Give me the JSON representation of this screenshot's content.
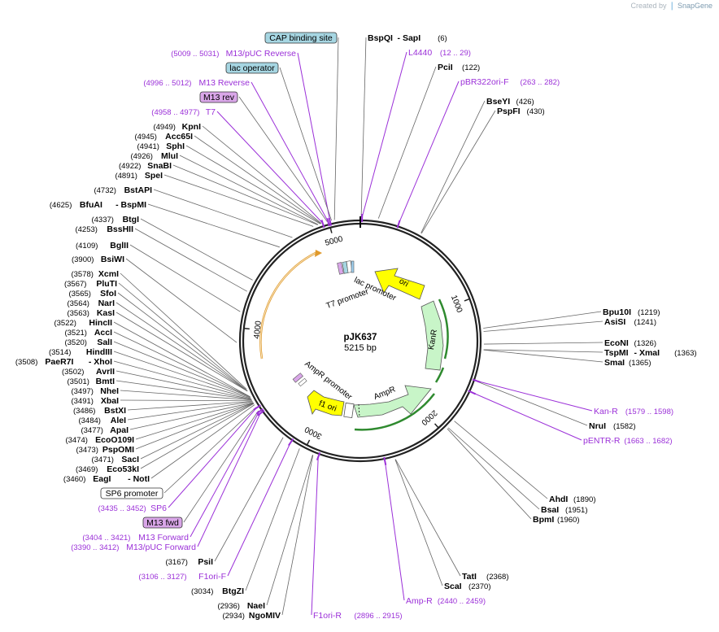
{
  "credit": {
    "prefix": "Created by",
    "brand": "SnapGene"
  },
  "plasmid": {
    "name": "pJK637",
    "length_label": "5215 bp",
    "length": 5215
  },
  "ticks": [
    {
      "label": "1000",
      "bp": 1000
    },
    {
      "label": "2000",
      "bp": 2000
    },
    {
      "label": "3000",
      "bp": 3000
    },
    {
      "label": "4000",
      "bp": 4000
    },
    {
      "label": "5000",
      "bp": 5000
    }
  ],
  "features": {
    "ori": "ori",
    "kanr": "KanR",
    "ampr": "AmpR",
    "f1ori": "f1 ori",
    "lac_promoter": "lac promoter",
    "t7_promoter": "T7 promoter",
    "ampr_promoter": "AmpR promoter"
  },
  "right_labels": [
    {
      "kind": "enzyme",
      "name": "BspQI",
      "sep": " - ",
      "name2": "SapI",
      "pos": "(6)"
    },
    {
      "kind": "primer",
      "name": "L4440",
      "pos": "(12 .. 29)"
    },
    {
      "kind": "enzyme",
      "name": "PciI",
      "pos": "(122)"
    },
    {
      "kind": "primer",
      "name": "pBR322ori-F",
      "pos": "(263 .. 282)"
    },
    {
      "kind": "enzyme",
      "name": "BseYI",
      "pos": "(426)"
    },
    {
      "kind": "enzyme",
      "name": "PspFI",
      "pos": "(430)"
    },
    {
      "kind": "enzyme",
      "name": "Bpu10I",
      "pos": "(1219)"
    },
    {
      "kind": "enzyme",
      "name": "AsiSI",
      "pos": "(1241)"
    },
    {
      "kind": "enzyme",
      "name": "EcoNI",
      "pos": "(1326)"
    },
    {
      "kind": "enzyme",
      "name": "TspMI",
      "sep": " - ",
      "name2": "XmaI",
      "pos": "(1363)"
    },
    {
      "kind": "enzyme",
      "name": "SmaI",
      "pos": "(1365)"
    },
    {
      "kind": "primer",
      "name": "Kan-R",
      "pos": "(1579 .. 1598)"
    },
    {
      "kind": "enzyme",
      "name": "NruI",
      "pos": "(1582)"
    },
    {
      "kind": "primer",
      "name": "pENTR-R",
      "pos": "(1663 .. 1682)"
    },
    {
      "kind": "enzyme",
      "name": "AhdI",
      "pos": "(1890)"
    },
    {
      "kind": "enzyme",
      "name": "BsaI",
      "pos": "(1951)"
    },
    {
      "kind": "enzyme",
      "name": "BpmI",
      "pos": "(1960)"
    },
    {
      "kind": "enzyme",
      "name": "TatI",
      "pos": "(2368)"
    },
    {
      "kind": "enzyme",
      "name": "ScaI",
      "pos": "(2370)"
    },
    {
      "kind": "primer",
      "name": "Amp-R",
      "pos": "(2440 .. 2459)"
    },
    {
      "kind": "primer",
      "name": "F1ori-R",
      "pos": "(2896 .. 2915)"
    }
  ],
  "left_labels": [
    {
      "kind": "box",
      "name": "CAP binding site",
      "color": "#a6d6e2"
    },
    {
      "kind": "primer",
      "name": "M13/pUC Reverse",
      "pos": "(5009 .. 5031)"
    },
    {
      "kind": "box",
      "name": "lac operator",
      "color": "#a6d6e2"
    },
    {
      "kind": "primer",
      "name": "M13 Reverse",
      "pos": "(4996 .. 5012)"
    },
    {
      "kind": "box",
      "name": "M13 rev",
      "color": "#d9a6e8"
    },
    {
      "kind": "primer",
      "name": "T7",
      "pos": "(4958 .. 4977)"
    },
    {
      "kind": "enzyme",
      "name": "KpnI",
      "pos": "(4949)"
    },
    {
      "kind": "enzyme",
      "name": "Acc65I",
      "pos": "(4945)"
    },
    {
      "kind": "enzyme",
      "name": "SphI",
      "pos": "(4941)"
    },
    {
      "kind": "enzyme",
      "name": "MluI",
      "pos": "(4926)"
    },
    {
      "kind": "enzyme",
      "name": "SnaBI",
      "pos": "(4922)"
    },
    {
      "kind": "enzyme",
      "name": "SpeI",
      "pos": "(4891)"
    },
    {
      "kind": "enzyme",
      "name": "BstAPI",
      "pos": "(4732)"
    },
    {
      "kind": "enzyme",
      "name": "BfuAI",
      "sep": " - ",
      "name2": "BspMI",
      "pos": "(4625)"
    },
    {
      "kind": "enzyme",
      "name": "BtgI",
      "pos": "(4337)"
    },
    {
      "kind": "enzyme",
      "name": "BssHII",
      "pos": "(4253)"
    },
    {
      "kind": "enzyme",
      "name": "BglII",
      "pos": "(4109)"
    },
    {
      "kind": "enzyme",
      "name": "BsiWI",
      "pos": "(3900)"
    },
    {
      "kind": "enzyme",
      "name": "XcmI",
      "pos": "(3578)"
    },
    {
      "kind": "enzyme",
      "name": "PluTI",
      "pos": "(3567)"
    },
    {
      "kind": "enzyme",
      "name": "SfoI",
      "pos": "(3565)"
    },
    {
      "kind": "enzyme",
      "name": "NarI",
      "pos": "(3564)"
    },
    {
      "kind": "enzyme",
      "name": "KasI",
      "pos": "(3563)"
    },
    {
      "kind": "enzyme",
      "name": "HincII",
      "pos": "(3522)"
    },
    {
      "kind": "enzyme",
      "name": "AccI",
      "pos": "(3521)"
    },
    {
      "kind": "enzyme",
      "name": "SalI",
      "pos": "(3520)"
    },
    {
      "kind": "enzyme",
      "name": "HindIII",
      "pos": "(3514)"
    },
    {
      "kind": "enzyme",
      "name": "PaeR7I",
      "sep": " - ",
      "name2": "XhoI",
      "pos": "(3508)"
    },
    {
      "kind": "enzyme",
      "name": "AvrII",
      "pos": "(3502)"
    },
    {
      "kind": "enzyme",
      "name": "BmtI",
      "pos": "(3501)"
    },
    {
      "kind": "enzyme",
      "name": "NheI",
      "pos": "(3497)"
    },
    {
      "kind": "enzyme",
      "name": "XbaI",
      "pos": "(3491)"
    },
    {
      "kind": "enzyme",
      "name": "BstXI",
      "pos": "(3486)"
    },
    {
      "kind": "enzyme",
      "name": "AleI",
      "pos": "(3484)"
    },
    {
      "kind": "enzyme",
      "name": "ApaI",
      "pos": "(3477)"
    },
    {
      "kind": "enzyme",
      "name": "EcoO109I",
      "pos": "(3474)"
    },
    {
      "kind": "enzyme",
      "name": "PspOMI",
      "pos": "(3473)"
    },
    {
      "kind": "enzyme",
      "name": "SacI",
      "pos": "(3471)"
    },
    {
      "kind": "enzyme",
      "name": "Eco53kI",
      "pos": "(3469)"
    },
    {
      "kind": "enzyme",
      "name": "EagI",
      "sep": " - ",
      "name2": "NotI",
      "pos": "(3460)"
    },
    {
      "kind": "box",
      "name": "SP6 promoter",
      "color": "#ffffff"
    },
    {
      "kind": "primer",
      "name": "SP6",
      "pos": "(3435 .. 3452)"
    },
    {
      "kind": "box",
      "name": "M13 fwd",
      "color": "#d9a6e8"
    },
    {
      "kind": "primer",
      "name": "M13 Forward",
      "pos": "(3404 .. 3421)"
    },
    {
      "kind": "primer",
      "name": "M13/pUC Forward",
      "pos": "(3390 .. 3412)"
    },
    {
      "kind": "enzyme",
      "name": "PsiI",
      "pos": "(3167)"
    },
    {
      "kind": "primer",
      "name": "F1ori-F",
      "pos": "(3106 .. 3127)"
    },
    {
      "kind": "enzyme",
      "name": "BtgZI",
      "pos": "(3034)"
    },
    {
      "kind": "enzyme",
      "name": "NaeI",
      "pos": "(2936)"
    },
    {
      "kind": "enzyme",
      "name": "NgoMIV",
      "pos": "(2934)"
    }
  ]
}
